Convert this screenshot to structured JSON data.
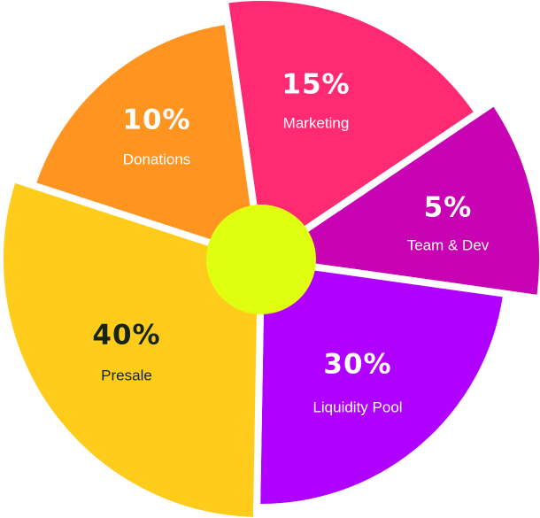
{
  "chart_data": {
    "type": "pie",
    "title": "",
    "legend": "none",
    "slices": [
      {
        "name": "Marketing",
        "value": 15,
        "value_label": "15%",
        "color": "#ff2a72",
        "text_color": "#ffffff"
      },
      {
        "name": "Team & Dev",
        "value": 5,
        "value_label": "5%",
        "color": "#c703b3",
        "text_color": "#ffffff"
      },
      {
        "name": "Liquidity Pool",
        "value": 30,
        "value_label": "30%",
        "color": "#b000ff",
        "text_color": "#ffffff"
      },
      {
        "name": "Presale",
        "value": 40,
        "value_label": "40%",
        "color": "#ffcc1c",
        "text_color": "#15250f"
      },
      {
        "name": "Donations",
        "value": 10,
        "value_label": "10%",
        "color": "#ff9520",
        "text_color": "#ffffff"
      }
    ],
    "center_color": "#e0ff10"
  }
}
